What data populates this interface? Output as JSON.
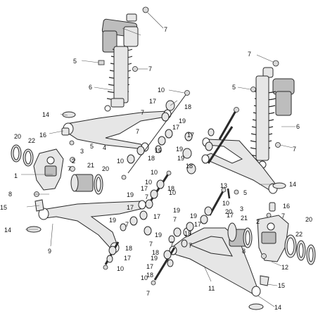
{
  "diagram": {
    "type": "exploded-parts-view",
    "callouts": [
      "1",
      "2",
      "3",
      "4",
      "5",
      "6",
      "7",
      "8",
      "9",
      "10",
      "11",
      "12",
      "13",
      "14",
      "15",
      "16",
      "17",
      "18",
      "19",
      "20",
      "21",
      "22"
    ]
  },
  "labels": {
    "c7a": "7",
    "c6a": "6",
    "c5a": "5",
    "c7b": "7",
    "c7c": "7",
    "c7d": "7",
    "c5b": "5",
    "c6b": "6",
    "c7e": "7",
    "c10a": "10",
    "c17a": "17",
    "c18a": "18",
    "c7f": "7",
    "c19a": "19",
    "c14a": "14",
    "c16a": "16",
    "c20a": "20",
    "c22a": "22",
    "c3a": "3",
    "c5c": "5",
    "c4": "4",
    "c2a": "2",
    "c7g": "7",
    "c1": "1",
    "c21a": "21",
    "c20b": "20",
    "c8a": "8",
    "c15a": "15",
    "c14b": "14",
    "c9": "9",
    "c10b": "10",
    "c17b": "17",
    "c18b": "18",
    "c19b": "19",
    "c17c": "17",
    "c19c": "19",
    "c10c": "10",
    "c18c": "18",
    "c19d": "19",
    "c10d": "10",
    "c13": "13",
    "c5d": "5",
    "c14c": "14",
    "c10e": "10",
    "c18d": "18",
    "c17d": "17",
    "c7h": "7",
    "c19e": "19",
    "c17e": "17",
    "c10f": "10",
    "c19f": "19",
    "c17f": "17",
    "c3b": "3",
    "c21b": "21",
    "c16b": "16",
    "c7i": "7",
    "c2b": "2",
    "c20c": "20",
    "c22b": "22",
    "c19g": "19",
    "c7j": "7",
    "c17g": "17",
    "c18e": "18",
    "c17h": "17",
    "c10g": "10",
    "c19h": "19",
    "c7k": "7",
    "c7l": "7",
    "c17i": "17",
    "c18f": "18",
    "c8b": "8",
    "c12": "12",
    "c11": "11",
    "c15b": "15",
    "c14d": "14",
    "c10h": "10",
    "c7m": "7",
    "c17j": "17",
    "c19i": "19",
    "c18g": "18",
    "c19j": "19",
    "c7n": "7",
    "c19k": "19",
    "c17k": "17",
    "c18h": "18",
    "c7o": "7"
  }
}
